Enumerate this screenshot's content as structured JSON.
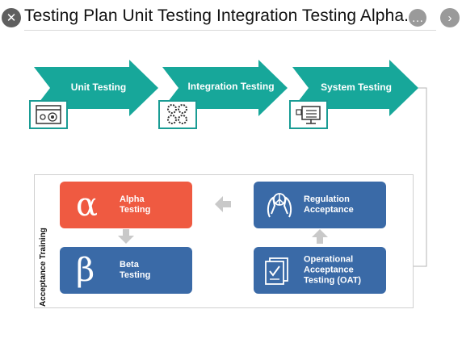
{
  "window": {
    "title": "Testing Plan Unit Testing Integration Testing Alpha...",
    "prev_glyph": "✕",
    "next_glyph": "›"
  },
  "slide": {
    "stages": [
      {
        "label": "Unit Testing",
        "icon": "web-settings-icon"
      },
      {
        "label": "Integration Testing",
        "icon": "gears-icon"
      },
      {
        "label": "System Testing",
        "icon": "monitor-checklist-icon"
      }
    ],
    "side_label": "Acceptance Training",
    "boxes": {
      "alpha": {
        "symbol": "α",
        "label": "Alpha\nTesting"
      },
      "beta": {
        "symbol": "β",
        "label": "Beta\nTesting"
      },
      "regulation": {
        "label": "Regulation\nAcceptance",
        "icon": "peace-hands-icon"
      },
      "operational": {
        "label": "Operational\nAcceptance\nTesting (OAT)",
        "icon": "document-check-icon"
      }
    },
    "colors": {
      "teal": "#17a79a",
      "blue": "#3a6aa7",
      "red": "#ef5a41",
      "gray_arrow": "#c9c9c9"
    }
  }
}
